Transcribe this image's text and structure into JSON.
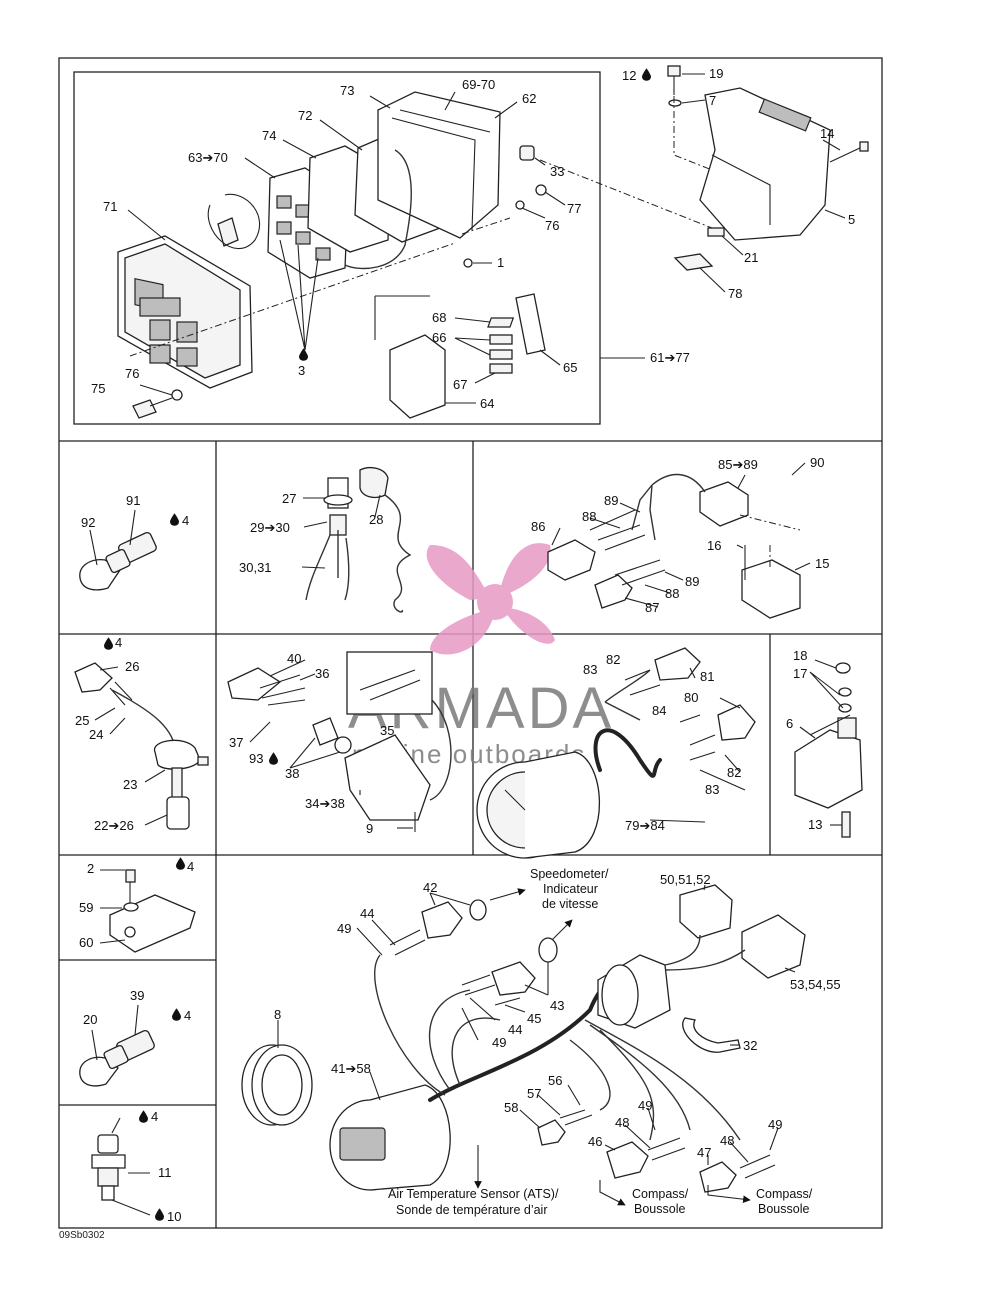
{
  "document_id": "09Sb0302",
  "watermark": {
    "brand": "ARMADA",
    "tagline": "marine outboards",
    "color": "#e79ac4"
  },
  "callouts": {
    "c73": "73",
    "c6970": "69-70",
    "c62": "62",
    "c72": "72",
    "c74": "74",
    "c6370": "63➔70",
    "c71": "71",
    "c33": "33",
    "c77": "77",
    "c76a": "76",
    "c1": "1",
    "c68": "68",
    "c66": "66",
    "c65": "65",
    "c67": "67",
    "c64": "64",
    "c3": "3",
    "c75": "75",
    "c76b": "76",
    "c6177": "61➔77",
    "c12": "12",
    "c19": "19",
    "c7": "7",
    "c14": "14",
    "c5": "5",
    "c21": "21",
    "c78": "78",
    "c91": "91",
    "c92": "92",
    "c4a": "4",
    "c27": "27",
    "c2930": "29➔30",
    "c28": "28",
    "c3031": "30,31",
    "c8589": "85➔89",
    "c90": "90",
    "c89a": "89",
    "c88a": "88",
    "c86": "86",
    "c16": "16",
    "c15": "15",
    "c89b": "89",
    "c88b": "88",
    "c87": "87",
    "c4b": "4",
    "c26": "26",
    "c25": "25",
    "c24": "24",
    "c23": "23",
    "c2226": "22➔26",
    "c40": "40",
    "c36": "36",
    "c35": "35",
    "c37": "37",
    "c93": "93",
    "c38": "38",
    "c3438": "34➔38",
    "c9": "9",
    "c83a": "83",
    "c82a": "82",
    "c81": "81",
    "c80": "80",
    "c84": "84",
    "c82b": "82",
    "c83b": "83",
    "c7984": "79➔84",
    "c18": "18",
    "c17": "17",
    "c6": "6",
    "c13": "13",
    "c2": "2",
    "c4c": "4",
    "c59": "59",
    "c60": "60",
    "c39": "39",
    "c20": "20",
    "c4d": "4",
    "c4e": "4",
    "c11": "11",
    "c10": "10",
    "c42": "42",
    "c44a": "44",
    "c49a": "49",
    "c43": "43",
    "c45": "45",
    "c44b": "44",
    "c49b": "49",
    "c505152": "50,51,52",
    "c535455": "53,54,55",
    "c32": "32",
    "c8": "8",
    "c4158": "41➔58",
    "c56": "56",
    "c57": "57",
    "c58": "58",
    "c49c": "49",
    "c48a": "48",
    "c46": "46",
    "c49d": "49",
    "c48b": "48",
    "c47": "47"
  },
  "notes": {
    "speedo1": "Speedometer/",
    "speedo2": "Indicateur",
    "speedo3": "de vitesse",
    "ats1": "Air Temperature Sensor (ATS)/",
    "ats2": "Sonde de température d’air",
    "compass1a": "Compass/",
    "compass1b": "Boussole",
    "compass2a": "Compass/",
    "compass2b": "Boussole"
  },
  "icons": {
    "drop": "lubricant-drop-icon",
    "arrow": "arrow-icon"
  }
}
